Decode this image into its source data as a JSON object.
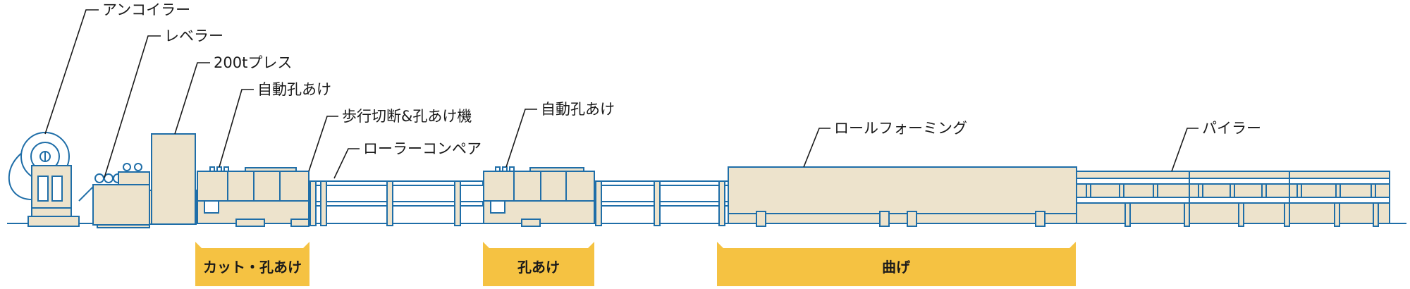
{
  "colors": {
    "machine_fill": "#ede3cc",
    "machine_stroke": "#1f6ea8",
    "process_bar": "#f5c242",
    "leader_line": "#1a1a1a"
  },
  "labels": {
    "uncoiler": "アンコイラー",
    "leveler": "レベラー",
    "press": "200tプレス",
    "auto_punch_1": "自動孔あけ",
    "cut_punch_machine": "歩行切断&孔あけ機",
    "roller_conveyor": "ローラーコンペア",
    "auto_punch_2": "自動孔あけ",
    "roll_forming": "ロールフォーミング",
    "piler": "パイラー"
  },
  "process_bars": {
    "cut_punch": "カット・孔あけ",
    "punch": "孔あけ",
    "bend": "曲げ"
  }
}
